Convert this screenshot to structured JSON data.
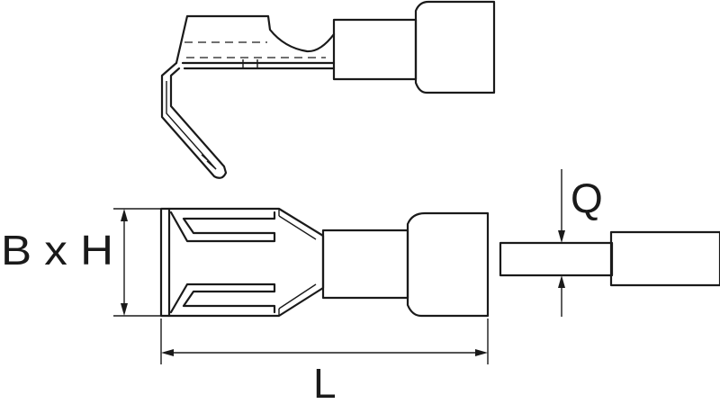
{
  "labels": {
    "width_height": "B x H",
    "length": "L",
    "tab_thickness": "Q"
  },
  "colors": {
    "line": "#1a1a1a",
    "background": "#ffffff"
  }
}
